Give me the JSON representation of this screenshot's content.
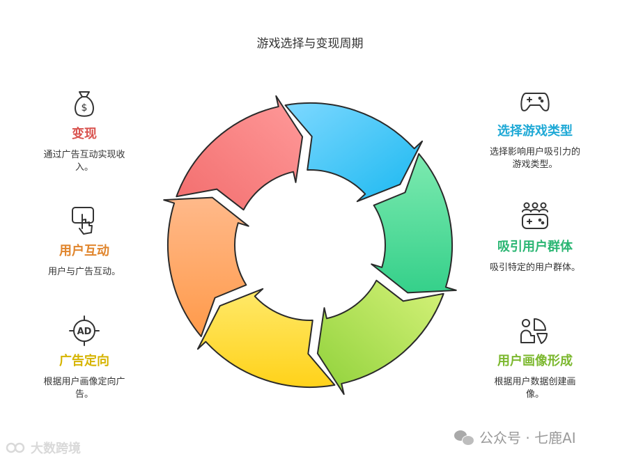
{
  "title": "游戏选择与变现周期",
  "items": [
    {
      "key": "monetize",
      "heading": "变现",
      "desc": "通过广告互动实现收入。",
      "color": "#d9534f",
      "icon": "money-bag-icon"
    },
    {
      "key": "interact",
      "heading": "用户互动",
      "desc": "用户与广告互动。",
      "color": "#e0852c",
      "icon": "touch-hand-icon"
    },
    {
      "key": "target",
      "heading": "广告定向",
      "desc": "根据用户画像定向广告。",
      "color": "#d6b400",
      "icon": "ad-target-icon"
    },
    {
      "key": "select",
      "heading": "选择游戏类型",
      "desc": "选择影响用户吸引力的游戏类型。",
      "color": "#1fa9d6",
      "icon": "gamepad-icon"
    },
    {
      "key": "attract",
      "heading": "吸引用户群体",
      "desc": "吸引特定的用户群体。",
      "color": "#2bb673",
      "icon": "gamer-group-icon"
    },
    {
      "key": "profile",
      "heading": "用户画像形成",
      "desc": "根据用户数据创建画像。",
      "color": "#7cb82f",
      "icon": "pie-user-icon"
    }
  ],
  "watermark_left": "大数跨境",
  "watermark_right": "公众号 · 七鹿AI"
}
